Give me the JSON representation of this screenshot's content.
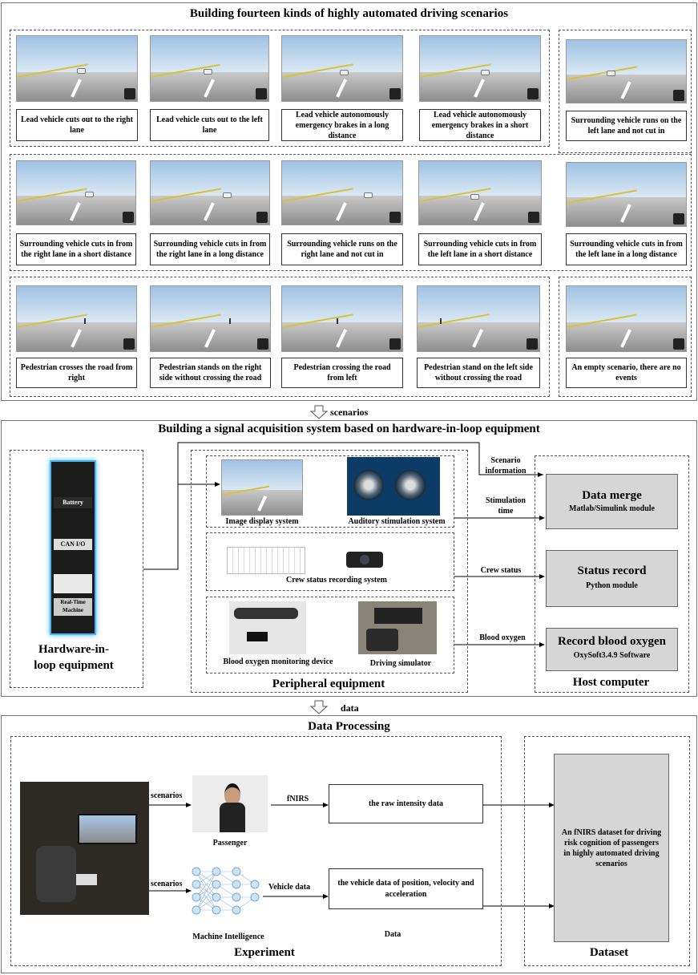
{
  "section1": {
    "title": "Building fourteen kinds of highly automated driving scenarios",
    "scenarios": [
      "Lead vehicle cuts out to the right lane",
      "Lead vehicle cuts out to the left lane",
      "Lead vehicle autonomously emergency brakes in a long distance",
      "Lead vehicle autonomously emergency brakes in a short distance",
      "Surrounding vehicle runs on the left lane and not cut in",
      "Surrounding vehicle cuts in from the right lane in a short distance",
      "Surrounding vehicle cuts in from the right lane in a long distance",
      "Surrounding vehicle runs on the right lane and not cut in",
      "Surrounding vehicle cuts in from the left lane in a short distance",
      "Surrounding vehicle cuts in from the left lane in a long distance",
      "Pedestrian crosses the road from right",
      "Pedestrian stands on the right side without crossing the road",
      "Pedestrian crossing the road from left",
      "Pedestrian stand on the left side without crossing the  road",
      "An empty scenario, there are no events"
    ]
  },
  "arrow1_label": "scenarios",
  "section2": {
    "title": "Building a  signal  acquisition system based  on hardware-in-loop equipment",
    "hil": {
      "battery": "Battery",
      "canio": "CAN I/O",
      "realtime": "Real-Time Machine",
      "caption": "Hardware-in-loop equipment"
    },
    "peripheral": {
      "image_display": "Image display  system",
      "auditory": "Auditory stimulation system",
      "crew_status": "Crew status recording system",
      "blood_device": "Blood oxygen  monitoring device",
      "driving_sim": "Driving simulator",
      "caption": "Peripheral equipment"
    },
    "signals": {
      "scenario_info": "Scenario information",
      "stim_time": "Stimulation time",
      "crew_status": "Crew status",
      "blood_oxygen": "Blood oxygen"
    },
    "host": {
      "data_merge": "Data merge",
      "data_merge_sub": "Matlab/Simulink module",
      "status_record": "Status record",
      "status_record_sub": "Python  module",
      "record_blood": "Record blood oxygen",
      "record_blood_sub": "OxySoft3.4.9 Software",
      "caption": "Host computer"
    }
  },
  "arrow2_label": "data",
  "section3": {
    "title": "Data Processing",
    "scenarios_label_1": "scenarios",
    "scenarios_label_2": "scenarios",
    "passenger": "Passenger",
    "fnirs": "fNIRS",
    "raw_data": "the raw intensity data",
    "machine": "Machine Intelligence",
    "vehicle_data_label": "Vehicle data",
    "vehicle_data": "the vehicle data of position, velocity and acceleration",
    "data_label": "Data",
    "experiment": "Experiment",
    "dataset_box": "An fNIRS dataset for driving risk cognition of passengers in highly automated driving scenarios",
    "dataset": "Dataset"
  }
}
